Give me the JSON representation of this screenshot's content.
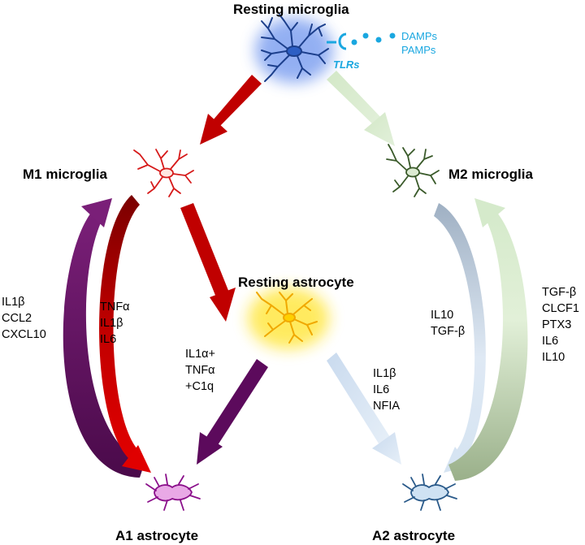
{
  "cells": {
    "resting_microglia": "Resting microglia",
    "m1_microglia": "M1 microglia",
    "m2_microglia": "M2 microglia",
    "resting_astrocyte": "Resting astrocyte",
    "a1_astrocyte": "A1 astrocyte",
    "a2_astrocyte": "A2 astrocyte"
  },
  "receptor": "TLRs",
  "signals": [
    "DAMPs",
    "PAMPs"
  ],
  "mediators": {
    "a1_to_m1": [
      "IL1β",
      "CCL2",
      "CXCL10"
    ],
    "m1_to_a1": [
      "TNFα",
      "IL1β",
      "IL6"
    ],
    "m1_to_resting_astrocyte": [
      "IL1α+",
      "TNFα",
      "+C1q"
    ],
    "resting_astrocyte_to_a2": [
      "IL1β",
      "IL6",
      "NFIA"
    ],
    "m2_to_a2": [
      "IL10",
      "TGF-β"
    ],
    "a2_to_m2": [
      "TGF-β",
      "CLCF1",
      "PTX3",
      "IL6",
      "IL10"
    ]
  },
  "colors": {
    "m1_pathway": "#c00000",
    "a1_pathway": "#5c0a5c",
    "m2_pathway": "#d8ebd0",
    "a2_pathway": "#d4e3f2",
    "m2_to_a2_arrow": "#aab8c8",
    "signal": "#1aa7e0"
  }
}
